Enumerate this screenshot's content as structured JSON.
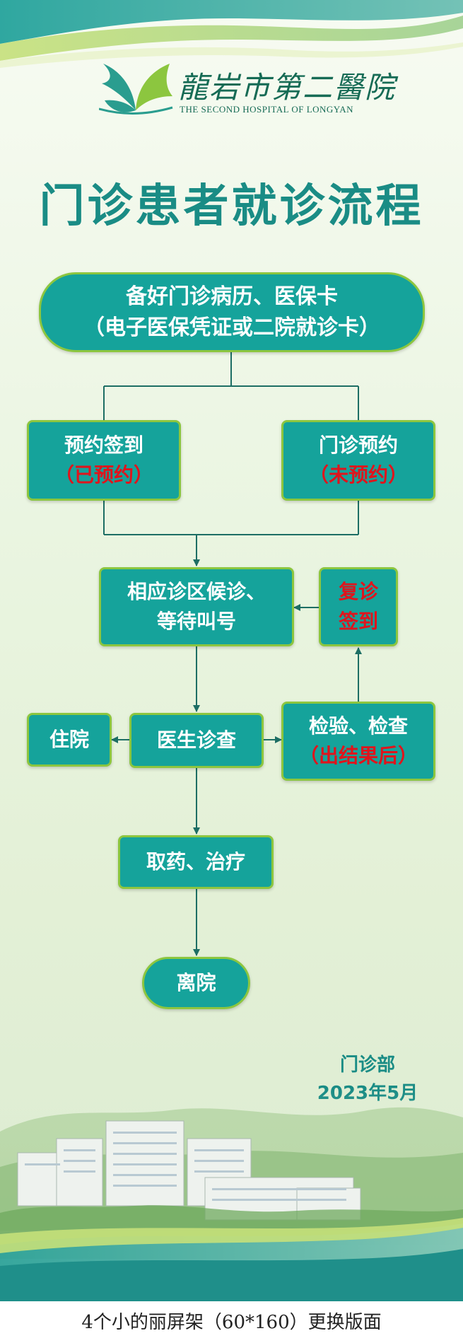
{
  "hospital": {
    "name_cn": "龍岩市第二醫院",
    "name_en": "THE SECOND HOSPITAL OF LONGYAN"
  },
  "title": "门诊患者就诊流程",
  "flow": {
    "start": {
      "line1": "备好门诊病历、医保卡",
      "line2": "（电子医保凭证或二院就诊卡）"
    },
    "checkin_booked": {
      "line1": "预约签到",
      "line2": "（已预约）"
    },
    "book_outpatient": {
      "line1": "门诊预约",
      "line2": "（未预约）"
    },
    "waiting": {
      "line1": "相应诊区候诊、",
      "line2": "等待叫号"
    },
    "revisit_checkin": {
      "line1": "复诊",
      "line2": "签到"
    },
    "hospitalize": "住院",
    "doctor_exam": "医生诊查",
    "lab_tests": {
      "line1": "检验、检查",
      "line2": "（出结果后）"
    },
    "medicine": "取药、治疗",
    "leave": "离院"
  },
  "footer": {
    "department": "门诊部",
    "date": "2023年5月"
  },
  "caption": "4个小的丽屏架（60*160）更换版面",
  "colors": {
    "node_fill": "#15a39b",
    "node_border": "#8cc63f",
    "connector": "#1d6e64",
    "highlight_text": "#e0141c",
    "title": "#1a8c85"
  }
}
